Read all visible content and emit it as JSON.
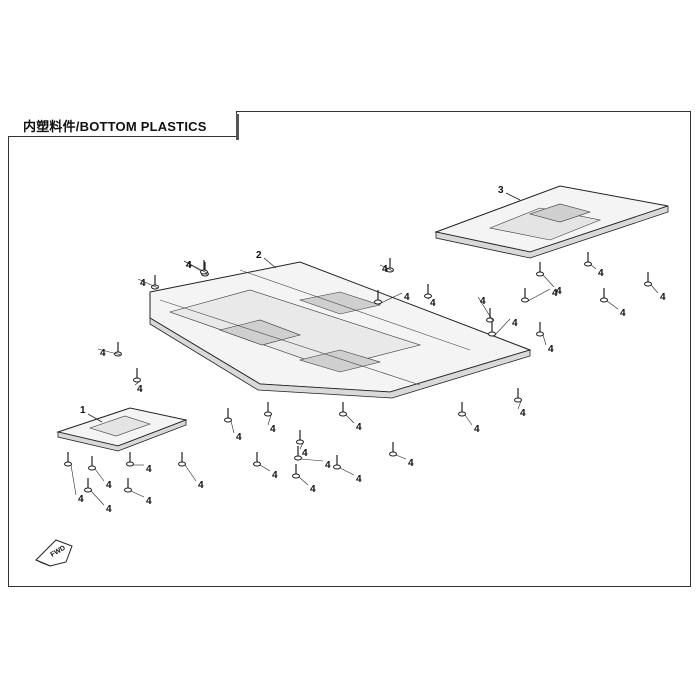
{
  "title": "内塑料件/BOTTOM PLASTICS",
  "parts": [
    {
      "number": "1"
    },
    {
      "number": "2"
    },
    {
      "number": "3"
    }
  ],
  "fastener_label": "4",
  "fwd_label": "FWD",
  "colors": {
    "line": "#222222",
    "panel": "#f2f2f2",
    "panel_shade": "#d9d9d9",
    "frame": "#333333"
  }
}
